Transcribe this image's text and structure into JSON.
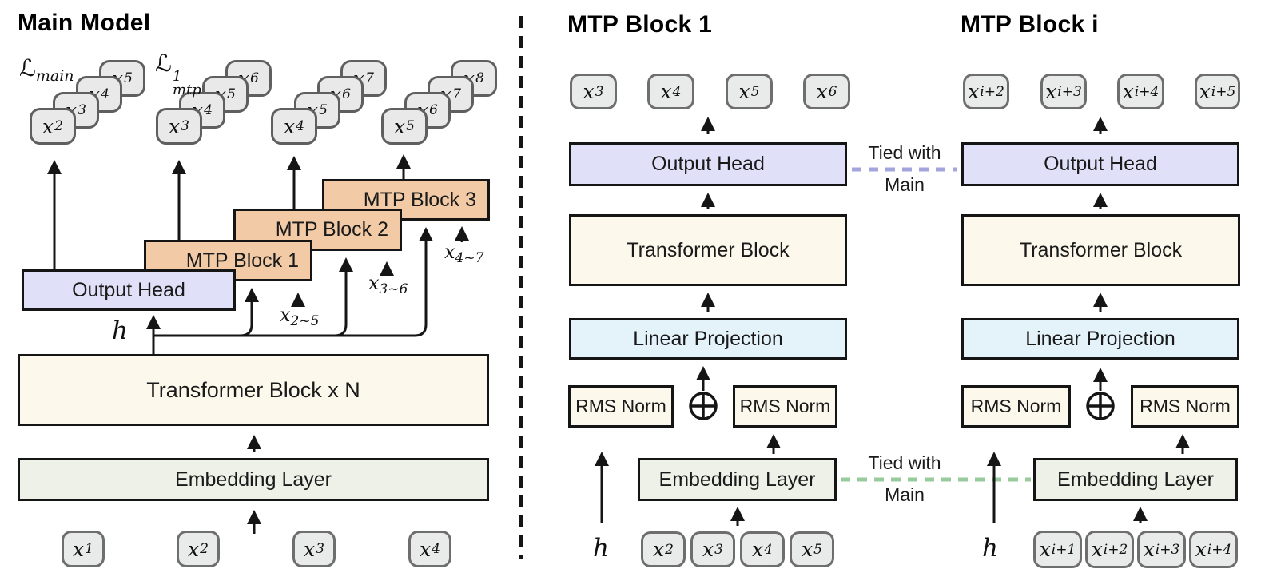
{
  "colors": {
    "accent_salmon": "#F2CAA6",
    "accent_lavender": "#E0E0F8",
    "accent_cream": "#FCF8EC",
    "accent_blue": "#E4F2FA",
    "accent_green": "#EDF1E8",
    "token_fill": "#E9EAEA",
    "token_border": "#6E6E6E",
    "dash_purple": "#A5A5DE",
    "dash_green": "#98CB9C",
    "line": "#151515"
  },
  "left": {
    "title": "Main Model",
    "losses": [
      {
        "sym": "ℒ",
        "sup": "",
        "sub": "main"
      },
      {
        "sym": "ℒ",
        "sup": "1",
        "sub": "mtp"
      }
    ],
    "stacks": [
      {
        "cards": [
          {
            "b": "x",
            "s": "2"
          },
          {
            "b": "x",
            "s": "3"
          },
          {
            "b": "x",
            "s": "4"
          },
          {
            "b": "x",
            "s": "5"
          }
        ]
      },
      {
        "cards": [
          {
            "b": "x",
            "s": "3"
          },
          {
            "b": "x",
            "s": "4"
          },
          {
            "b": "x",
            "s": "5"
          },
          {
            "b": "x",
            "s": "6"
          }
        ]
      },
      {
        "cards": [
          {
            "b": "x",
            "s": "4"
          },
          {
            "b": "x",
            "s": "5"
          },
          {
            "b": "x",
            "s": "6"
          },
          {
            "b": "x",
            "s": "7"
          }
        ]
      },
      {
        "cards": [
          {
            "b": "x",
            "s": "5"
          },
          {
            "b": "x",
            "s": "6"
          },
          {
            "b": "x",
            "s": "7"
          },
          {
            "b": "x",
            "s": "8"
          }
        ]
      }
    ],
    "blocks": {
      "output_head": "Output Head",
      "mtp1": "MTP Block 1",
      "mtp2": "MTP Block 2",
      "mtp3": "MTP Block 3",
      "transformer": "Transformer Block x N",
      "embedding": "Embedding Layer"
    },
    "h_label": "h",
    "range_labels": [
      {
        "b": "x",
        "s": "2~5"
      },
      {
        "b": "x",
        "s": "3~6"
      },
      {
        "b": "x",
        "s": "4~7"
      }
    ],
    "tokens": [
      {
        "b": "x",
        "s": "1"
      },
      {
        "b": "x",
        "s": "2"
      },
      {
        "b": "x",
        "s": "3"
      },
      {
        "b": "x",
        "s": "4"
      }
    ]
  },
  "middle": {
    "title": "MTP Block 1",
    "out_tokens": [
      {
        "b": "x",
        "s": "3"
      },
      {
        "b": "x",
        "s": "4"
      },
      {
        "b": "x",
        "s": "5"
      },
      {
        "b": "x",
        "s": "6"
      }
    ],
    "blocks": {
      "output_head": "Output Head",
      "transformer": "Transformer Block",
      "linear": "Linear Projection",
      "rms_left": "RMS Norm",
      "rms_right": "RMS Norm",
      "embedding": "Embedding Layer"
    },
    "in_tokens": [
      {
        "b": "x",
        "s": "2"
      },
      {
        "b": "x",
        "s": "3"
      },
      {
        "b": "x",
        "s": "4"
      },
      {
        "b": "x",
        "s": "5"
      }
    ],
    "h_label": "h"
  },
  "right": {
    "title": "MTP Block i",
    "out_tokens": [
      {
        "b": "x",
        "s": "i+2"
      },
      {
        "b": "x",
        "s": "i+3"
      },
      {
        "b": "x",
        "s": "i+4"
      },
      {
        "b": "x",
        "s": "i+5"
      }
    ],
    "blocks": {
      "output_head": "Output Head",
      "transformer": "Transformer Block",
      "linear": "Linear Projection",
      "rms_left": "RMS Norm",
      "rms_right": "RMS Norm",
      "embedding": "Embedding Layer"
    },
    "in_tokens": [
      {
        "b": "x",
        "s": "i+1"
      },
      {
        "b": "x",
        "s": "i+2"
      },
      {
        "b": "x",
        "s": "i+3"
      },
      {
        "b": "x",
        "s": "i+4"
      }
    ],
    "h_label": "h"
  },
  "tied_labels": {
    "output_head": {
      "line1": "Tied with",
      "line2": "Main"
    },
    "embedding": {
      "line1": "Tied with",
      "line2": "Main"
    }
  }
}
